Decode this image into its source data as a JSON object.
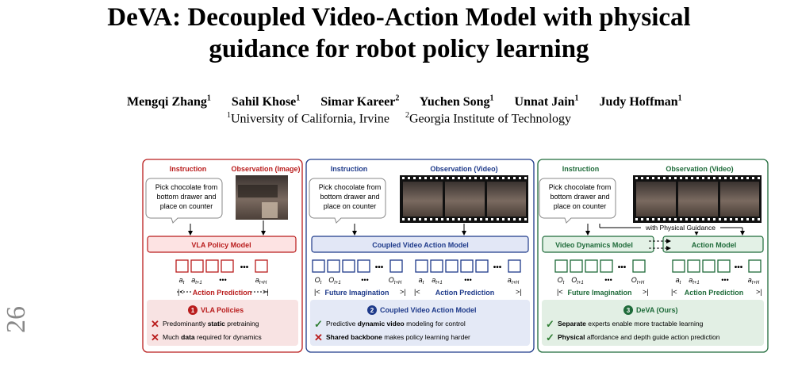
{
  "title_line1": "DeVA: Decoupled Video-Action Model with physical",
  "title_line2": "guidance for robot policy learning",
  "authors": [
    {
      "name": "Mengqi Zhang",
      "aff": "1"
    },
    {
      "name": "Sahil Khose",
      "aff": "1"
    },
    {
      "name": "Simar Kareer",
      "aff": "2"
    },
    {
      "name": "Yuchen Song",
      "aff": "1"
    },
    {
      "name": "Unnat Jain",
      "aff": "1"
    },
    {
      "name": "Judy Hoffman",
      "aff": "1"
    }
  ],
  "affiliations": [
    {
      "num": "1",
      "name": "University of California, Irvine"
    },
    {
      "num": "2",
      "name": "Georgia Institute of Technology"
    }
  ],
  "arxiv_fragment": "26",
  "colors": {
    "red": "#b91c1c",
    "blue": "#1e3a8a",
    "green": "#1f6b3a"
  },
  "panels": {
    "vla": {
      "instruction_label": "Instruction",
      "observation_label": "Observation (Image)",
      "instruction_text": [
        "Pick chocolate from",
        "bottom drawer and",
        "place on counter"
      ],
      "model_label": "VLA Policy Model",
      "action_labels": [
        "a",
        "a",
        "a"
      ],
      "action_subs": [
        "t",
        "t+1",
        "t+H"
      ],
      "ellipsis": "•••",
      "prediction_label": "Action Prediction",
      "badge": "1",
      "heading": "VLA Policies",
      "points": [
        {
          "icon": "cross",
          "bold": "",
          "pre": "Predominantly ",
          "mid": "static",
          "post": " pretraining"
        },
        {
          "icon": "cross",
          "pre": "Much ",
          "mid": "data",
          "post": " required for dynamics"
        }
      ]
    },
    "coupled": {
      "instruction_label": "Instruction",
      "observation_label": "Observation (Video)",
      "instruction_text": [
        "Pick chocolate from",
        "bottom drawer and",
        "place on counter"
      ],
      "model_label": "Coupled Video Action Model",
      "obs_labels": [
        "O",
        "O",
        "O"
      ],
      "obs_subs": [
        "t",
        "t+1",
        "t+H"
      ],
      "action_labels": [
        "a",
        "a",
        "a"
      ],
      "action_subs": [
        "t",
        "t+1",
        "t+H"
      ],
      "ellipsis": "•••",
      "imagination_label": "Future Imagination",
      "prediction_label": "Action Prediction",
      "badge": "2",
      "heading": "Coupled Video Action Model",
      "points": [
        {
          "icon": "check",
          "pre": "Predictive ",
          "mid": "dynamic video",
          "post": " modeling for control"
        },
        {
          "icon": "cross",
          "pre": "",
          "mid": "Shared backbone",
          "post": " makes policy learning harder"
        }
      ]
    },
    "deva": {
      "instruction_label": "Instruction",
      "observation_label": "Observation (Video)",
      "instruction_text": [
        "Pick chocolate from",
        "bottom drawer and",
        "place on counter"
      ],
      "guidance_label": "with Physical Guidance",
      "video_model_label": "Video Dynamics Model",
      "action_model_label": "Action Model",
      "obs_labels": [
        "O",
        "O",
        "O"
      ],
      "obs_subs": [
        "t",
        "t+1",
        "t+H"
      ],
      "action_labels": [
        "a",
        "a",
        "a"
      ],
      "action_subs": [
        "t",
        "t+1",
        "t+H"
      ],
      "ellipsis": "•••",
      "imagination_label": "Future Imagination",
      "prediction_label": "Action Prediction",
      "badge": "3",
      "heading": "DeVA (Ours)",
      "points": [
        {
          "icon": "check",
          "pre": "",
          "mid": "Separate",
          "post": " experts enable more tractable learning"
        },
        {
          "icon": "check",
          "pre": "",
          "mid": "Physical",
          "post": " affordance and depth guide action prediction"
        }
      ]
    }
  }
}
